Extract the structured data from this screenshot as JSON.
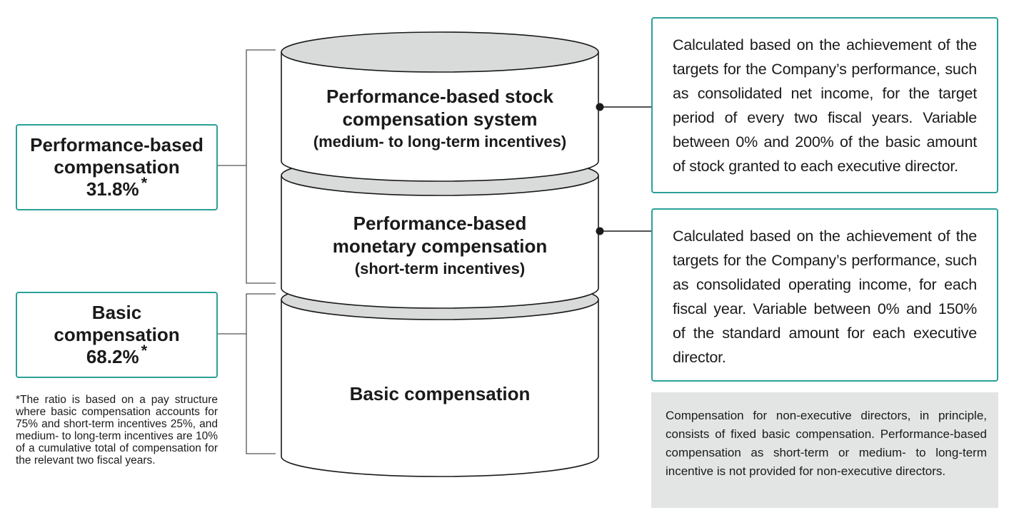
{
  "left_boxes": {
    "performance": {
      "title_line1": "Performance-based",
      "title_line2": "compensation",
      "percent": "31.8%",
      "asterisk": "*"
    },
    "basic": {
      "title_line1": "Basic",
      "title_line2": "compensation",
      "percent": "68.2%",
      "asterisk": "*"
    }
  },
  "cylinder_layers": {
    "stock": {
      "line1": "Performance-based stock",
      "line2": "compensation system",
      "line3": "(medium- to long-term incentives)"
    },
    "monetary": {
      "line1": "Performance-based",
      "line2": "monetary compensation",
      "line3": "(short-term incentives)"
    },
    "basic": {
      "line1": "Basic compensation"
    }
  },
  "descriptions": {
    "stock": "Calculated based on the achievement of the targets for the Company’s performance, such as consolidated net income, for the target period of every two fiscal years. Variable between 0% and 200% of the basic amount of stock granted to each executive director.",
    "monetary": "Calculated based on the achievement of the targets for the Company’s performance, such as consolidated operating income, for each fiscal year. Variable between 0% and 150% of the standard amount for each executive director."
  },
  "footnote": "*The ratio is based on a pay structure where basic compensation accounts for 75% and short-term incentives 25%, and medium- to long-term incentives are 10% of a cumulative total of compensation for the relevant two fiscal years.",
  "non_executive_note": "Compensation for non-executive directors, in principle, consists of fixed basic compensation. Performance-based compensation as short-term or medium- to long-term incentive is not provided for non-executive directors.",
  "colors": {
    "accent_teal": "#2aa198",
    "cylinder_top_gray": "#d9dbda",
    "note_background": "#e3e5e4"
  }
}
